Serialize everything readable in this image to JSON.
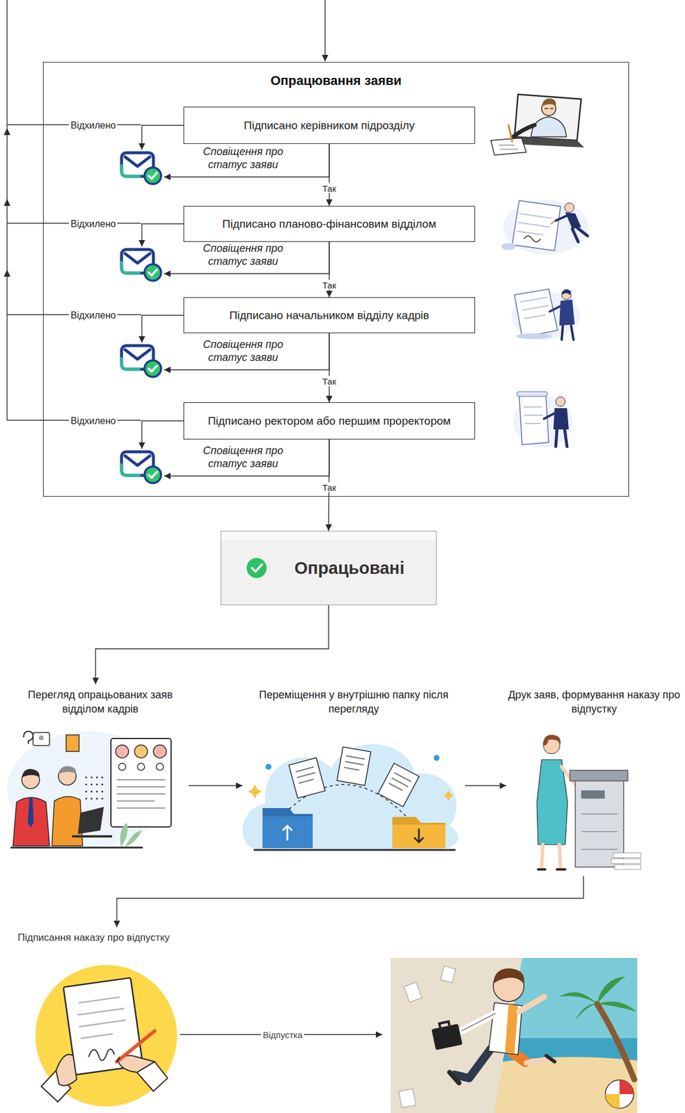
{
  "diagram": {
    "nodes": [
      {
        "text": [
          "Опрацювання заяви"
        ]
      },
      {
        "text": [
          "Підписано керівником підрозділу"
        ],
        "in": 0
      },
      {
        "text": [
          "Сповіщення про статус заяви"
        ],
        "in": 0
      },
      {
        "text": [
          "Підписано планово-фінансовим відділом"
        ],
        "in": 0
      },
      {
        "text": [
          "Сповіщення про статус заяви"
        ],
        "in": 0
      },
      {
        "text": [
          "Підписано начальником відділу кадрів"
        ],
        "in": 0
      },
      {
        "text": [
          "Сповіщення про статус заяви"
        ],
        "in": 0
      },
      {
        "text": [
          "Підписано ректором або першим проректором"
        ],
        "in": 0
      },
      {
        "text": [
          "Сповіщення про статус заяви"
        ],
        "in": 0
      },
      {
        "text": [
          "Опрацьовані"
        ]
      },
      {
        "text": [
          "Перегляд опрацьованих заяв відділом кадрів"
        ]
      },
      {
        "text": [
          "Переміщення у внутрішню папку після перегляду"
        ]
      },
      {
        "text": [
          "Друк заяв, формування наказу про відпустку"
        ]
      },
      {
        "text": [
          "Підписання наказу про відпустку"
        ]
      }
    ],
    "edges": [
      {
        "from": 1,
        "to": 2,
        "arrow": "to",
        "label": "Відхилено"
      },
      {
        "from": 1,
        "to": 2,
        "arrow": "to"
      },
      {
        "from": 1,
        "to": 3,
        "arrow": "to",
        "label": "Так"
      },
      {
        "from": 3,
        "to": 4,
        "arrow": "to",
        "label": "Відхилено"
      },
      {
        "from": 3,
        "to": 4,
        "arrow": "to"
      },
      {
        "from": 3,
        "to": 5,
        "arrow": "to",
        "label": "Так"
      },
      {
        "from": 5,
        "to": 6,
        "arrow": "to",
        "label": "Відхилено"
      },
      {
        "from": 5,
        "to": 6,
        "arrow": "to"
      },
      {
        "from": 5,
        "to": 7,
        "arrow": "to",
        "label": "Так"
      },
      {
        "from": 7,
        "to": 8,
        "arrow": "to",
        "label": "Відхилено"
      },
      {
        "from": 7,
        "to": 8,
        "arrow": "to"
      },
      {
        "from": 7,
        "to": 9,
        "arrow": "to",
        "label": "Так"
      },
      {
        "from": 9,
        "to": 10,
        "arrow": "to"
      },
      {
        "from": 10,
        "to": 11,
        "arrow": "to"
      },
      {
        "from": 11,
        "to": 12,
        "arrow": "to"
      },
      {
        "from": 12,
        "to": 13,
        "arrow": "to"
      }
    ],
    "labels": [
      "Відпустка"
    ]
  }
}
